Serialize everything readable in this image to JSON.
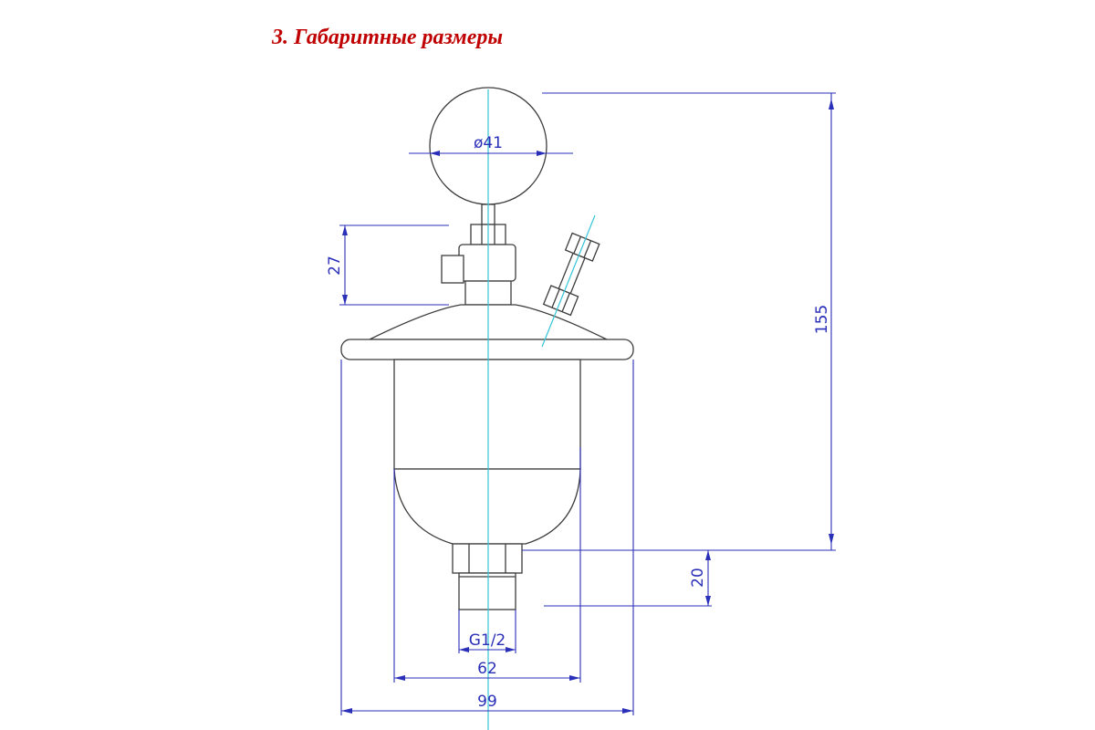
{
  "heading": "3. Габаритные размеры",
  "dimensions": {
    "gauge_diameter": "ø41",
    "fitting_height": "27",
    "overall_height": "155",
    "thread_height": "20",
    "thread": "G1/2",
    "body_width": "62",
    "overall_width": "99"
  },
  "colors": {
    "heading": "#c00000",
    "dimension_lines": "#2a2fb8",
    "center_axis": "#35c4d6",
    "outline": "#3c3c3c"
  }
}
